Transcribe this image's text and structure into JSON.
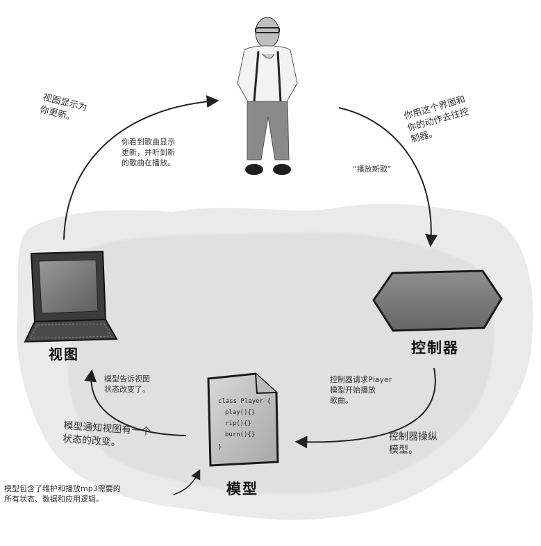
{
  "nodes": {
    "view": "视图",
    "controller": "控制器",
    "model": "模型"
  },
  "annotations": {
    "view_shows_update": "视图显示为\n你更新。",
    "you_see_update": "你看到歌曲显示\n更新，并听到新\n的歌曲在播放。",
    "user_actions": "你用这个界面和\n你的动作去往控\n制器。",
    "play_new_song": "“播放新歌”",
    "controller_requests": "控制器请求Player\n模型开始播放\n歌曲。",
    "controller_manipulates": "控制器操纵\n模型。",
    "model_tells_view": "模型告诉视图\n状态改变了。",
    "model_notifies_view": "模型通知视图有一个\n状态的改变。",
    "model_contains": "模型包含了维护和播放mp3需要的\n所有状态、数据和应用逻辑。"
  },
  "code_lines": {
    "line1": "class Player {",
    "line2": "play(){}",
    "line3": "rip(){}",
    "line4": "burn(){}",
    "line5": "}"
  }
}
